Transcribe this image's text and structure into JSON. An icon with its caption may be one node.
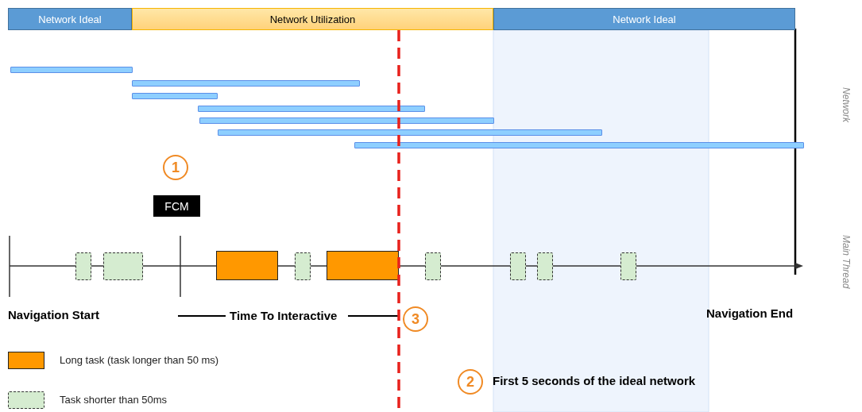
{
  "diagram": {
    "nodes": [
      {
        "text": [
          "Network Ideal"
        ]
      },
      {
        "text": [
          "Network Utilization"
        ]
      },
      {
        "text": [
          "Network Ideal"
        ]
      },
      {
        "text": [],
        "shape": "bar"
      },
      {
        "text": [],
        "shape": "bar"
      },
      {
        "text": [],
        "shape": "bar"
      },
      {
        "text": [],
        "shape": "bar"
      },
      {
        "text": [],
        "shape": "bar"
      },
      {
        "text": [],
        "shape": "bar"
      },
      {
        "text": [],
        "shape": "bar"
      },
      {
        "text": [
          "1"
        ]
      },
      {
        "text": [
          "FCM"
        ]
      },
      {
        "text": [],
        "shape": "box"
      },
      {
        "text": [],
        "shape": "box"
      },
      {
        "text": [],
        "shape": "box"
      },
      {
        "text": [],
        "shape": "box"
      },
      {
        "text": [],
        "shape": "box"
      },
      {
        "text": [],
        "shape": "box"
      },
      {
        "text": [],
        "shape": "box"
      },
      {
        "text": [],
        "shape": "box"
      },
      {
        "text": [],
        "shape": "box"
      },
      {
        "text": [
          "3"
        ]
      },
      {
        "text": [
          "2"
        ]
      }
    ],
    "labels": [
      "Network",
      "Main Thread",
      "Navigation Start",
      "Time To Interactive",
      "Navigation End",
      "First 5 seconds of the ideal network"
    ],
    "legend": [
      {
        "text": "Long task (task longer than 50 ms)",
        "color": "#ff9800"
      },
      {
        "text": "Task shorter than 50ms"
      }
    ]
  }
}
